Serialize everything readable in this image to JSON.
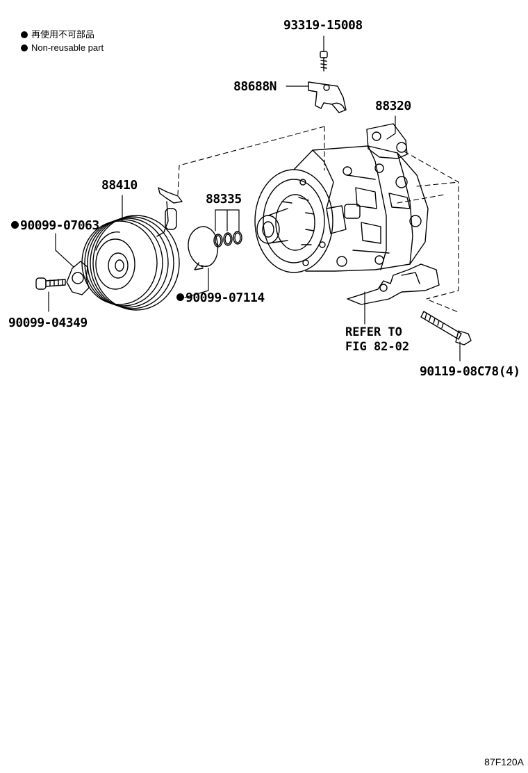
{
  "legend": {
    "line1": "再使用不可部品",
    "line2": "Non-reusable part"
  },
  "parts": {
    "p1": "93319-15008",
    "p2": "88688N",
    "p3": "88320",
    "p4": "88410",
    "p5": "88335",
    "p6": "90099-07063",
    "p7": "90099-07114",
    "p8": "90099-04349",
    "p9": "90119-08C78(4)"
  },
  "refer": {
    "line1": "REFER TO",
    "line2": "FIG 82-02"
  },
  "figure_id": "87F120A"
}
